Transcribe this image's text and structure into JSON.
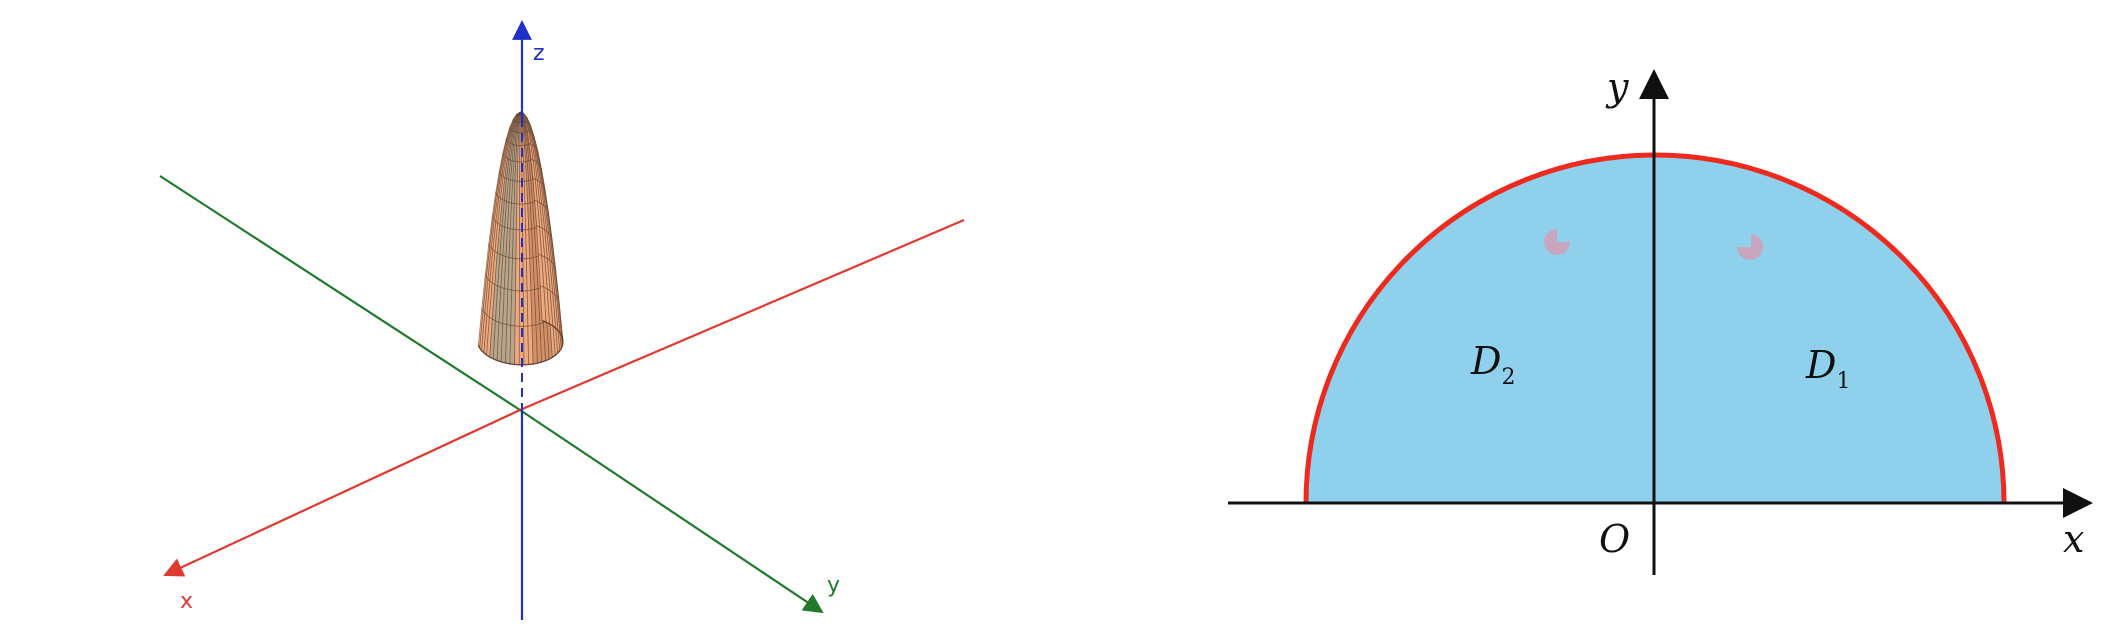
{
  "left_figure": {
    "axes": {
      "x_label": "x",
      "y_label": "y",
      "z_label": "z",
      "x_color": "#e0392f",
      "y_color": "#1f7a2a",
      "z_color": "#2030c8"
    },
    "surface": {
      "fill_color": "#efa97e",
      "shade_color": "#d39068",
      "inner_color": "#b8a58a",
      "mesh_color": "#5a3a28"
    }
  },
  "right_figure": {
    "labels": {
      "x": "x",
      "y": "y",
      "origin": "O",
      "d1_main": "D",
      "d1_sub": "1",
      "d2_main": "D",
      "d2_sub": "2"
    },
    "colors": {
      "region_fill": "#8fd1ec",
      "boundary": "#ee2a1f",
      "axis": "#111111"
    }
  }
}
